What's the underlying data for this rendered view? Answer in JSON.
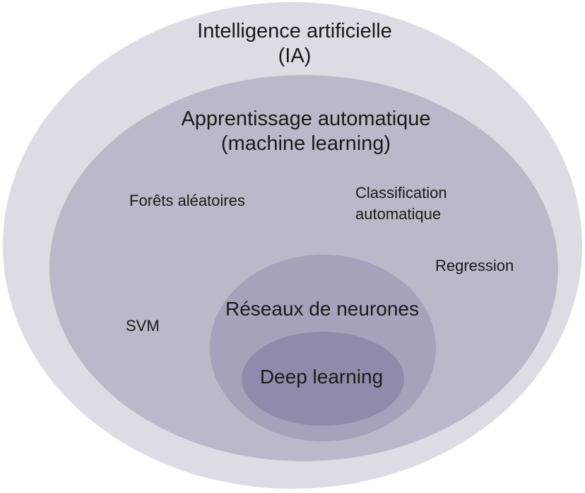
{
  "diagram": {
    "type": "nested-euler-diagram",
    "colors": {
      "background": "#ffffff",
      "text": "#1a1a1a"
    },
    "rings": {
      "ia": {
        "label_line1": "Intelligence artificielle",
        "label_line2": "(IA)",
        "color": "#dcdce5"
      },
      "ml": {
        "label_line1": "Apprentissage automatique",
        "label_line2": "(machine learning)",
        "color": "#b9b9c9"
      },
      "rn": {
        "label": "Réseaux de neurones",
        "color": "#a3a3bc"
      },
      "deep": {
        "label": "Deep learning",
        "color": "#8d8dab"
      }
    },
    "ml_items": {
      "random_forests": "Forêts aléatoires",
      "classification_line1": "Classification",
      "classification_line2": "automatique",
      "regression": "Regression",
      "svm": "SVM"
    }
  }
}
